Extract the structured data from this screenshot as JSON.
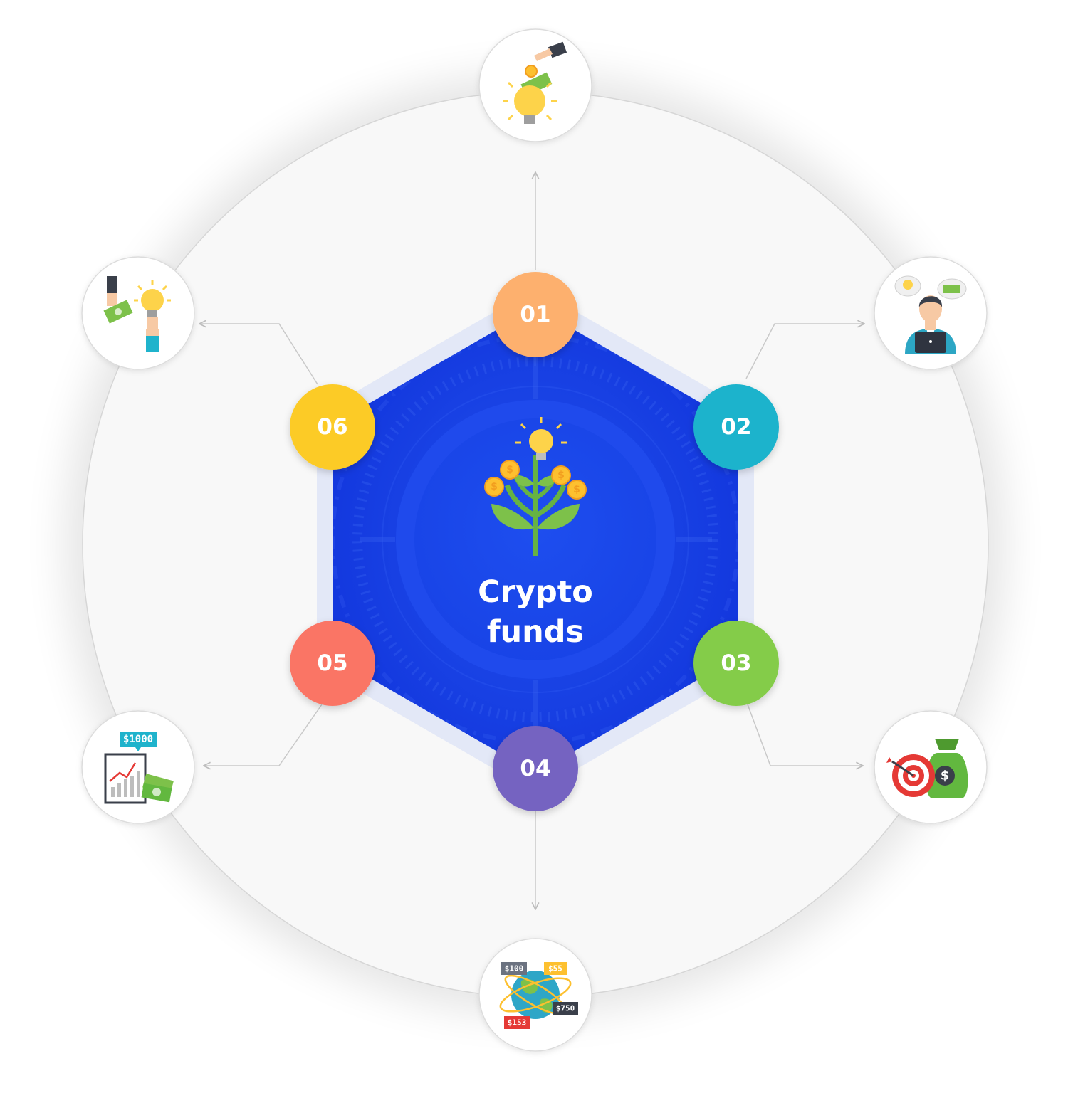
{
  "center": {
    "title_line1": "Crypto",
    "title_line2": "funds",
    "icon": "money-tree-icon"
  },
  "steps": [
    {
      "number": "01",
      "color": "#FDB06E",
      "icon": "coin-into-lightbulb-icon"
    },
    {
      "number": "02",
      "color": "#1FB3CC",
      "icon": "businessman-laptop-ideas-icon"
    },
    {
      "number": "03",
      "color": "#84CC4A",
      "icon": "target-money-bag-icon"
    },
    {
      "number": "04",
      "color": "#7563C1",
      "icon": "globe-prices-icon"
    },
    {
      "number": "05",
      "color": "#FA7565",
      "icon": "growth-chart-cash-icon"
    },
    {
      "number": "06",
      "color": "#FCCB26",
      "icon": "cash-for-idea-exchange-icon"
    }
  ],
  "icon_text": {
    "chart_price": "$1000",
    "globe_prices": [
      "$100",
      "$55",
      "$750",
      "$153"
    ]
  },
  "colors": {
    "hexagon": "#1740E8",
    "hexagon_border": "#E3E8F7",
    "outer_circle_fill": "#F8F8F8",
    "connector": "#C9C9C9"
  }
}
